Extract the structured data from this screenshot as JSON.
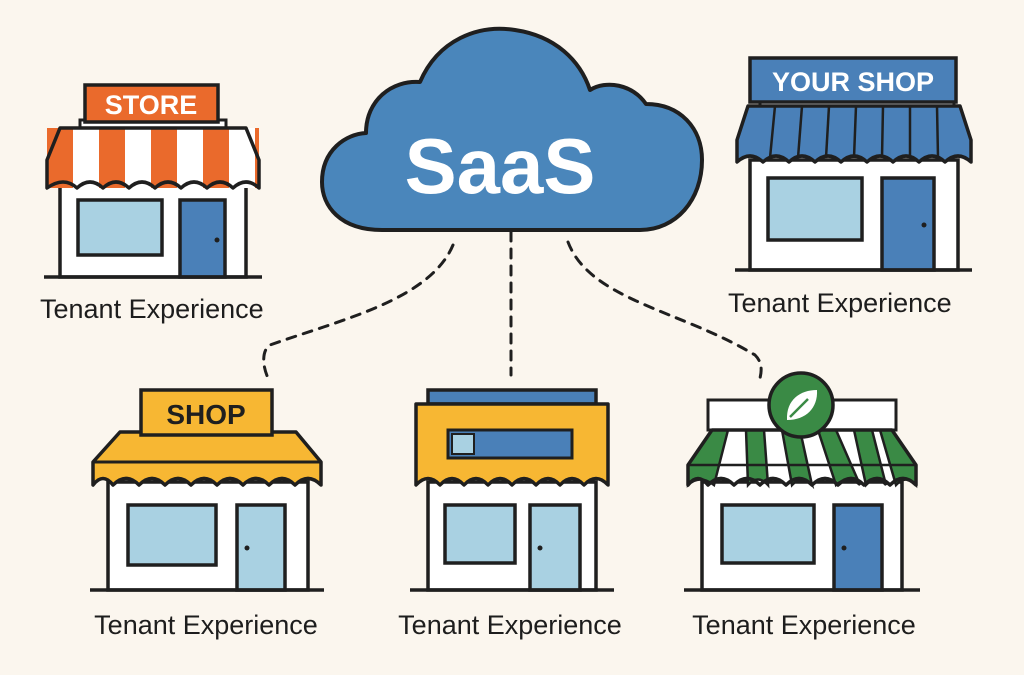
{
  "cloud": {
    "label": "SaaS"
  },
  "colors": {
    "background": "#fbf6ee",
    "cloud": "#4a86bb",
    "outline": "#1f1f1f",
    "orange": "#ea6a2c",
    "blue": "#4a80b8",
    "yellow": "#f7b733",
    "green": "#3a8a45",
    "window": "#a9d1e2"
  },
  "stores": [
    {
      "id": "store-orange",
      "sign": "STORE",
      "awning_color": "orange",
      "label": "Tenant Experience"
    },
    {
      "id": "store-blue",
      "sign": "YOUR SHOP",
      "awning_color": "blue",
      "label": "Tenant Experience"
    },
    {
      "id": "store-yellow-shop",
      "sign": "SHOP",
      "awning_color": "yellow",
      "label": "Tenant Experience"
    },
    {
      "id": "store-yellow-bar",
      "sign": "",
      "awning_color": "yellow",
      "label": "Tenant Experience"
    },
    {
      "id": "store-green",
      "sign": "",
      "awning_color": "green",
      "icon": "leaf-icon",
      "label": "Tenant Experience"
    }
  ]
}
